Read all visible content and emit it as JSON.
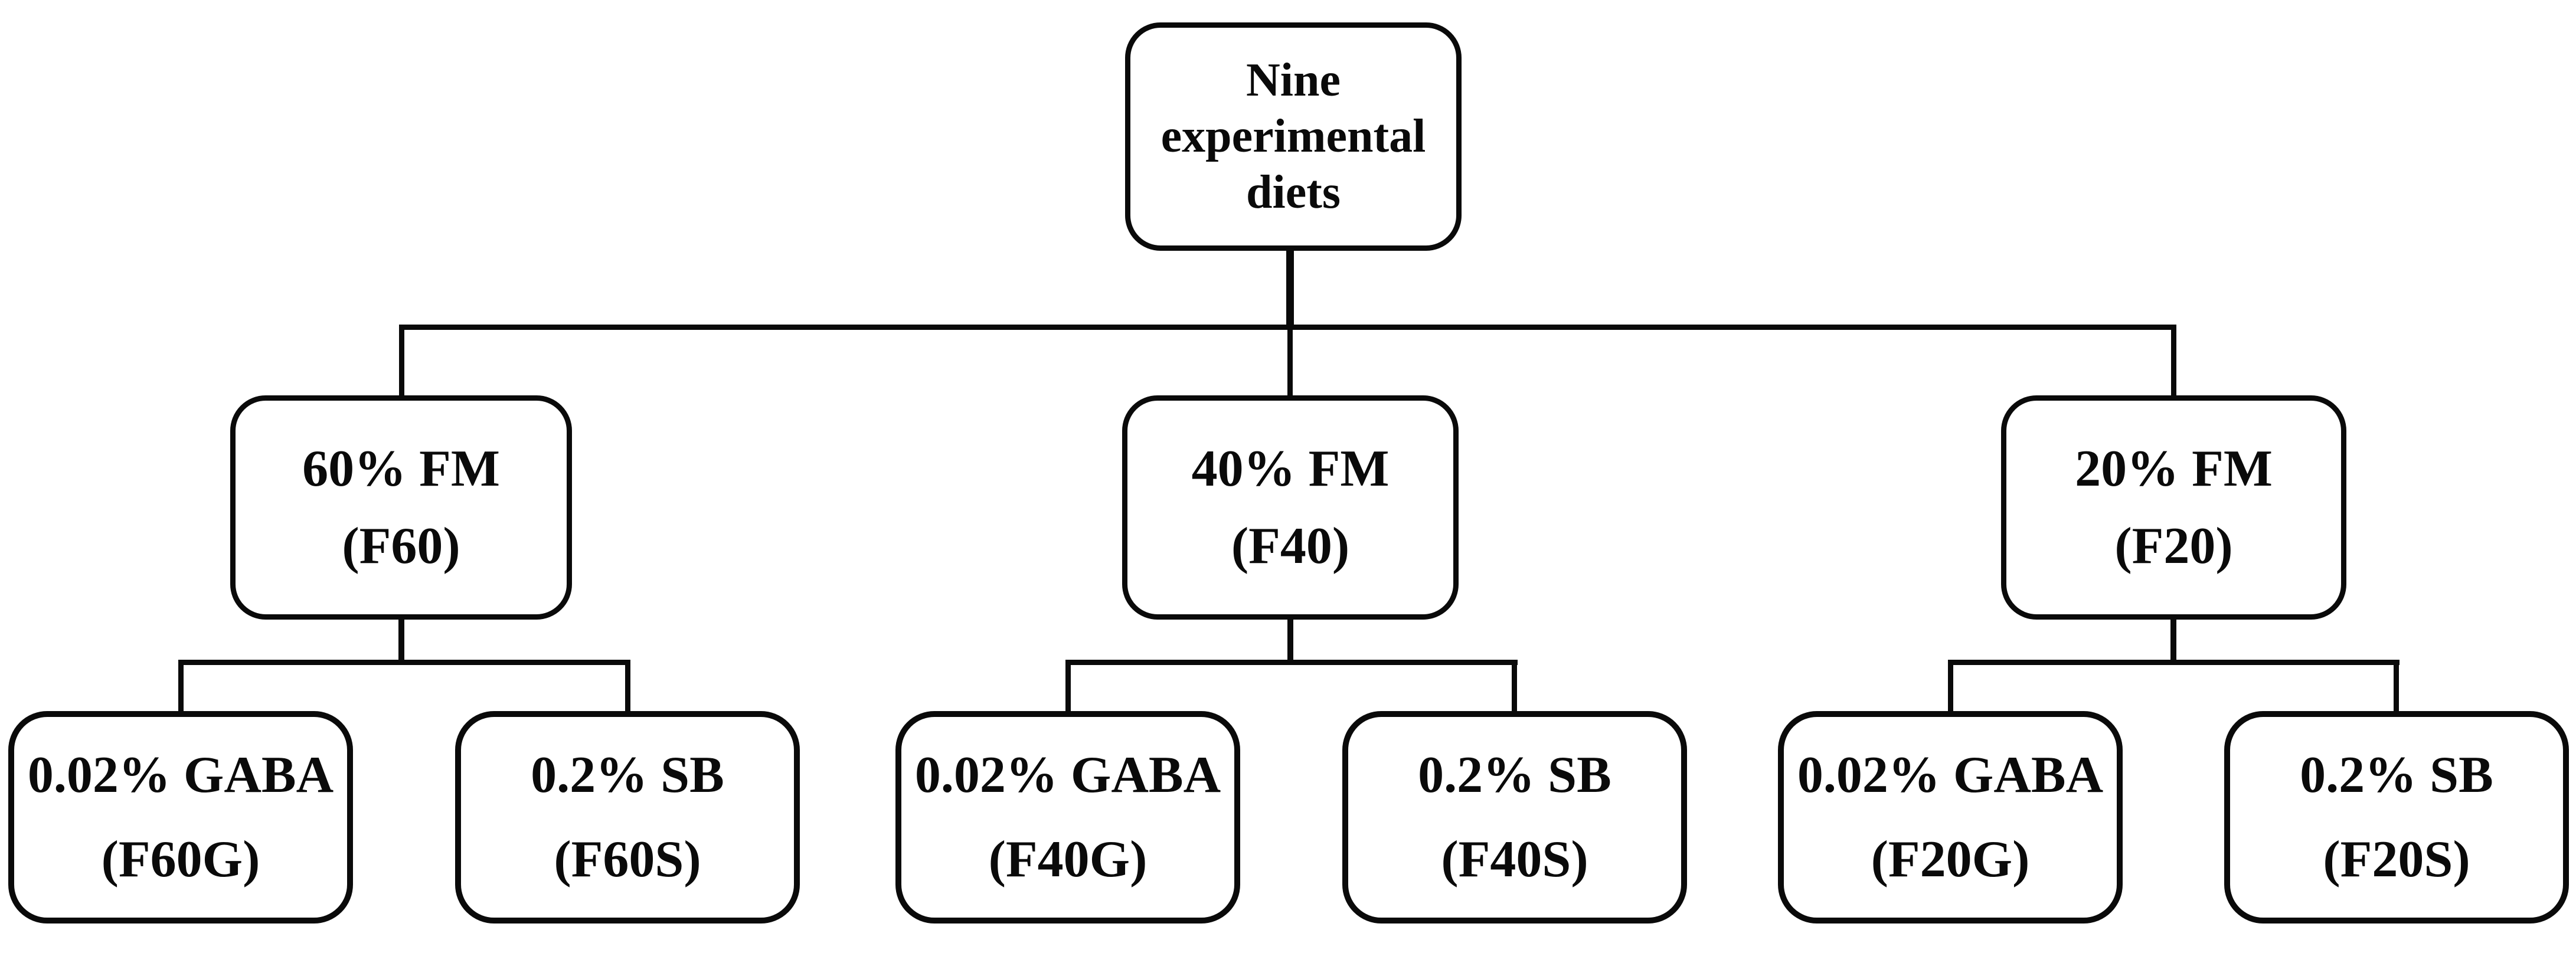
{
  "page": {
    "background": "#ffffff"
  },
  "diagram": {
    "type": "tree-flowchart",
    "line_color": "#0a0a0a",
    "box_fill": "#ffffff",
    "box_border_color": "#0a0a0a",
    "text_color": "#0a0a0a",
    "root": {
      "lines": [
        "Nine",
        "experimental",
        "diets"
      ]
    },
    "level2": [
      {
        "title": "60% FM",
        "code": "(F60)"
      },
      {
        "title": "40% FM",
        "code": "(F40)"
      },
      {
        "title": "20% FM",
        "code": "(F20)"
      }
    ],
    "level3": [
      {
        "title": "0.02% GABA",
        "code": "(F60G)"
      },
      {
        "title": "0.2% SB",
        "code": "(F60S)"
      },
      {
        "title": "0.02% GABA",
        "code": "(F40G)"
      },
      {
        "title": "0.2% SB",
        "code": "(F40S)"
      },
      {
        "title": "0.02% GABA",
        "code": "(F20G)"
      },
      {
        "title": "0.2% SB",
        "code": "(F20S)"
      }
    ]
  }
}
